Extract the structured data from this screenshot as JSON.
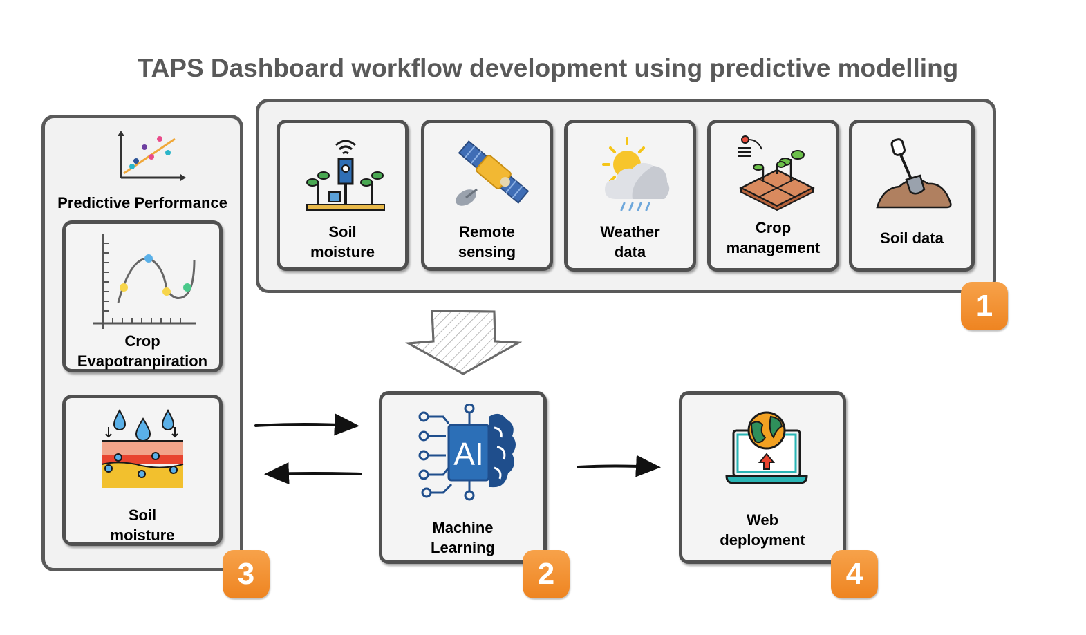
{
  "title": "TAPS Dashboard workflow development using predictive modelling",
  "data_sources": [
    {
      "line1": "Soil",
      "line2": "moisture",
      "icon": "soil-moisture-sensor-icon"
    },
    {
      "line1": "Remote",
      "line2": "sensing",
      "icon": "satellite-icon"
    },
    {
      "line1": "Weather",
      "line2": "data",
      "icon": "weather-cloud-icon"
    },
    {
      "line1": "Crop",
      "line2": "management",
      "icon": "crop-field-icon"
    },
    {
      "line1": "Soil data",
      "line2": "",
      "icon": "shovel-soil-icon"
    }
  ],
  "performance": {
    "heading": "Predictive Performance",
    "heading_icon": "scatter-plot-icon",
    "cards": [
      {
        "line1": "Crop",
        "line2": "Evapotranpiration",
        "icon": "line-graph-icon"
      },
      {
        "line1": "Soil",
        "line2": "moisture",
        "icon": "soil-layers-water-icon"
      }
    ]
  },
  "ml": {
    "line1": "Machine",
    "line2": "Learning",
    "icon_text": "AI",
    "icon": "ai-brain-icon"
  },
  "web": {
    "line1": "Web",
    "line2": "deployment",
    "icon": "laptop-globe-icon"
  },
  "badges": {
    "b1": "1",
    "b2": "2",
    "b3": "3",
    "b4": "4"
  },
  "colors": {
    "badge": "#f08c2a",
    "border": "#505050",
    "card_bg": "#f4f4f4",
    "title": "#595959"
  }
}
